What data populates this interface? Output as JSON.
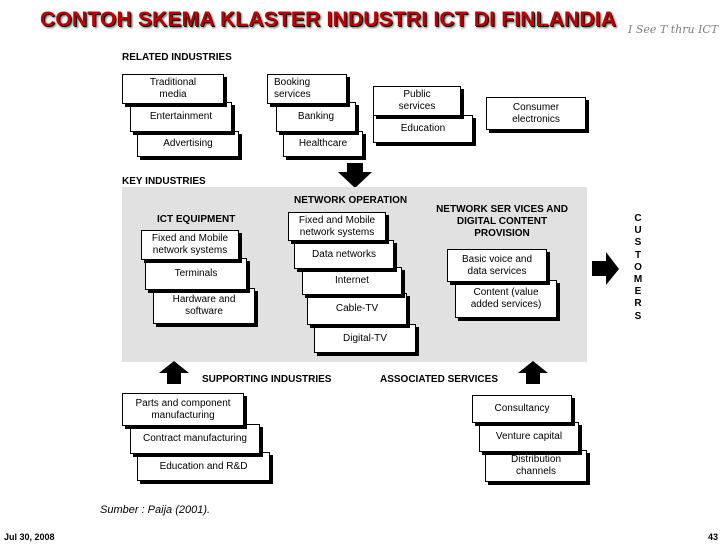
{
  "title": "CONTOH SKEMA KLASTER INDUSTRI ICT DI FINLANDIA",
  "slogan": "I See T thru ICT",
  "sections": {
    "related": "RELATED INDUSTRIES",
    "key": "KEY INDUSTRIES",
    "network_operation": "NETWORK OPERATION",
    "ict_equipment": "ICT EQUIPMENT",
    "network_services": "NETWORK SER VICES AND DIGITAL CONTENT PROVISION",
    "supporting": "SUPPORTING INDUSTRIES",
    "associated": "ASSOCIATED SERVICES"
  },
  "related_boxes": {
    "traditional_media": "Traditional media",
    "entertainment": "Entertainment",
    "advertising": "Advertising",
    "booking": "Booking services",
    "banking": "Banking",
    "healthcare": "Healthcare",
    "public_services": "Public services",
    "education": "Education",
    "consumer_electronics": "Consumer electronics"
  },
  "ict_equipment_boxes": {
    "fixed_mobile": "Fixed and Mobile network systems",
    "terminals": "Terminals",
    "hardware_software": "Hardware and software"
  },
  "network_operation_boxes": {
    "fixed_mobile": "Fixed and Mobile network systems",
    "data_networks": "Data networks",
    "internet": "Internet",
    "cable_tv": "Cable-TV",
    "digital_tv": "Digital-TV"
  },
  "content_boxes": {
    "basic_voice": "Basic voice and data services",
    "content_value": "Content (value added services)"
  },
  "supporting_boxes": {
    "parts": "Parts and component manufacturing",
    "contract": "Contract manufacturing",
    "education_rnd": "Education and R&D"
  },
  "associated_boxes": {
    "consultancy": "Consultancy",
    "venture": "Venture capital",
    "distribution": "Distribution channels"
  },
  "customers": "CUSTOMERS",
  "source": "Sumber :  Paija (2001).",
  "date": "Jul 30, 2008",
  "page": "43"
}
